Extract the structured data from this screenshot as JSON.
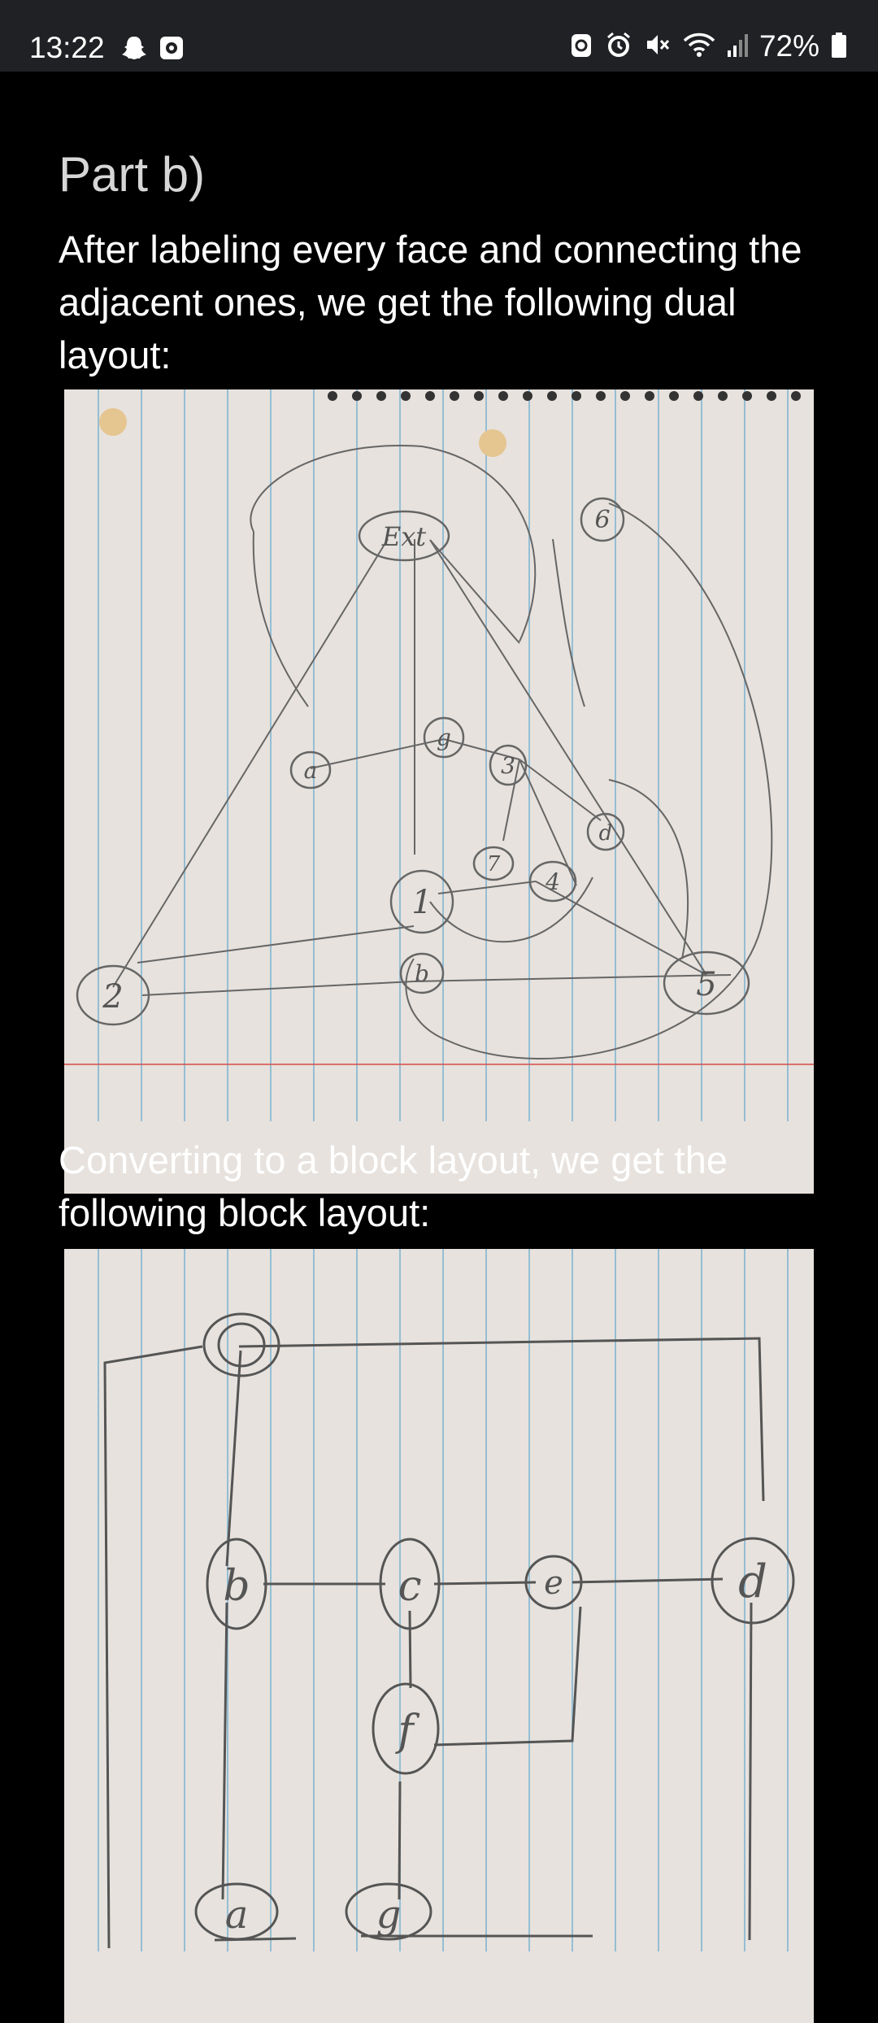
{
  "status_bar": {
    "time": "13:22",
    "left_icons": [
      "snapchat-icon",
      "app-notification-icon"
    ],
    "right_icons": [
      "data-saver-icon",
      "alarm-icon",
      "mute-icon",
      "wifi-icon",
      "signal-icon",
      "battery-icon"
    ],
    "battery": "72%"
  },
  "content": {
    "heading": "Part b)",
    "paragraph_1": "After labeling every face and connecting the adjacent ones, we get the following dual layout:",
    "paragraph_2": "Converting to a block layout, we get the following block layout:",
    "figure_1": {
      "description_kind": "photo of handwritten dual graph on lined notebook paper",
      "node_labels": [
        "Ext",
        "a",
        "g",
        "3",
        "7",
        "4",
        "d",
        "1",
        "b",
        "2",
        "5",
        "6"
      ]
    },
    "figure_2": {
      "description_kind": "photo of handwritten block layout on lined notebook paper",
      "node_labels": [
        "b",
        "c",
        "e",
        "d",
        "f",
        "a",
        "g"
      ]
    }
  },
  "colors": {
    "status_bar_bg": "#202124",
    "page_bg": "#000000",
    "text": "#ffffff",
    "heading_text": "#d6d6d6",
    "paper": "#e7e2dd",
    "rule_line": "#7ab3d1",
    "margin_line": "#d9534f",
    "pencil": "#555555"
  }
}
